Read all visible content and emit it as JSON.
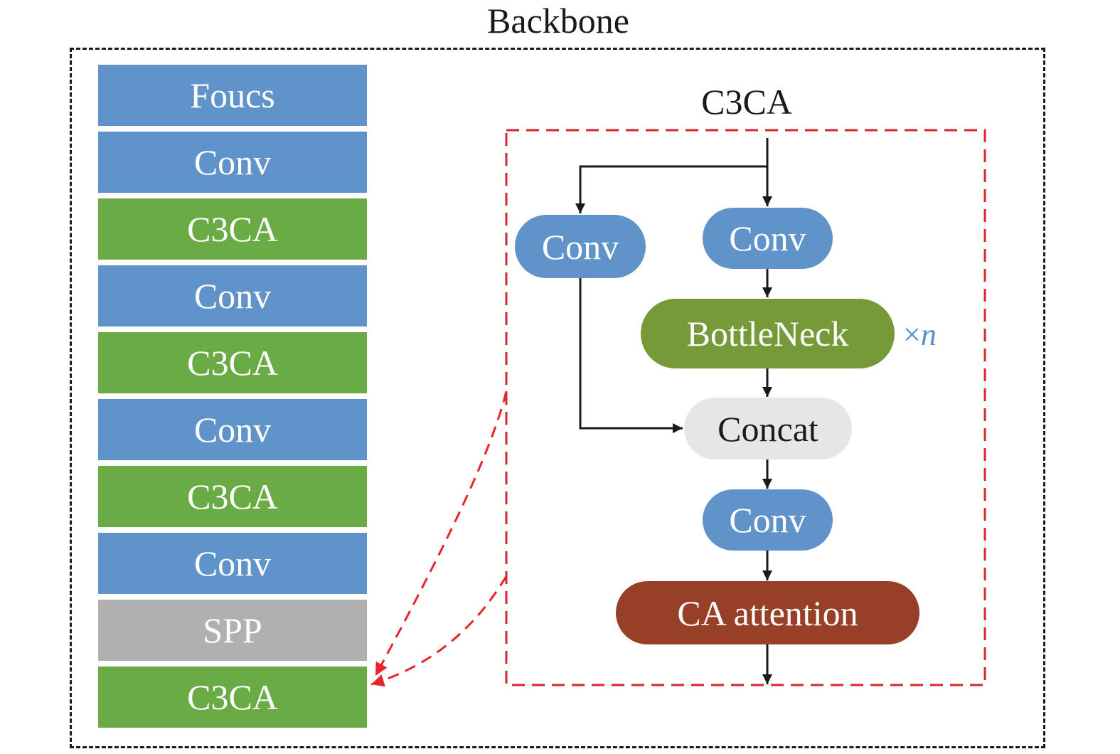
{
  "backbone": {
    "title": "Backbone",
    "layers": [
      {
        "label": "Foucs",
        "type": "focus",
        "color": "#6093c9"
      },
      {
        "label": "Conv",
        "type": "conv",
        "color": "#6093c9"
      },
      {
        "label": "C3CA",
        "type": "c3ca",
        "color": "#6aab46"
      },
      {
        "label": "Conv",
        "type": "conv",
        "color": "#6093c9"
      },
      {
        "label": "C3CA",
        "type": "c3ca",
        "color": "#6aab46"
      },
      {
        "label": "Conv",
        "type": "conv",
        "color": "#6093c9"
      },
      {
        "label": "C3CA",
        "type": "c3ca",
        "color": "#6aab46"
      },
      {
        "label": "Conv",
        "type": "conv",
        "color": "#6093c9"
      },
      {
        "label": "SPP",
        "type": "spp",
        "color": "#b0b0b0"
      },
      {
        "label": "C3CA",
        "type": "c3ca",
        "color": "#6aab46"
      }
    ]
  },
  "c3ca": {
    "title": "C3CA",
    "nodes": {
      "conv_left": {
        "label": "Conv",
        "color": "#6093c9"
      },
      "conv_right": {
        "label": "Conv",
        "color": "#6093c9"
      },
      "bottleneck": {
        "label": "BottleNeck",
        "color": "#779a39"
      },
      "concat": {
        "label": "Concat",
        "color": "#e6e6e6"
      },
      "conv_out": {
        "label": "Conv",
        "color": "#6093c9"
      },
      "ca_attention": {
        "label": "CA attention",
        "color": "#983f28"
      }
    },
    "repeat": {
      "symbol": "×",
      "var": "n"
    }
  },
  "colors": {
    "outline": "#1a1a1a",
    "module_outline": "#d8242c",
    "arrow": "#1a1a1a",
    "callout_arrow": "#e8252b"
  }
}
